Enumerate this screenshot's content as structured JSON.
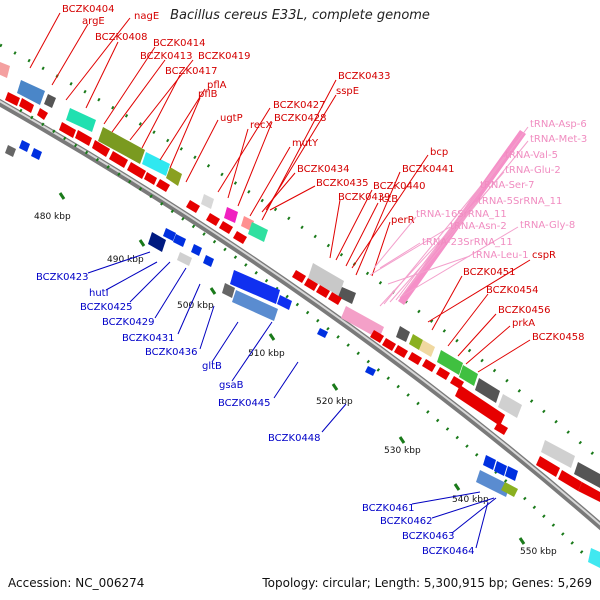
{
  "title": "Bacillus cereus E33L, complete genome",
  "footer": {
    "accession": "Accession: NC_006274",
    "topology": "Topology: circular; Length: 5,300,915 bp; Genes: 5,269"
  },
  "colors": {
    "backbone": "#8c8c8c",
    "red_labels": "#d40000",
    "blue_labels": "#0000c8",
    "pink_labels": "#f08cc0",
    "tick_dots": "#1a7a1a"
  },
  "kbp_labels": [
    "480 kbp",
    "490 kbp",
    "500 kbp",
    "510 kbp",
    "520 kbp",
    "530 kbp",
    "540 kbp",
    "550 kbp"
  ],
  "red_gene_labels": [
    "BCZK0404",
    "argE",
    "nagE",
    "BCZK0408",
    "BCZK0414",
    "BCZK0413",
    "BCZK0419",
    "BCZK0417",
    "pflA",
    "pflB",
    "ugtP",
    "BCZK0427",
    "recX",
    "BCZK0428",
    "mutY",
    "BCZK0433",
    "sspE",
    "BCZK0434",
    "BCZK0435",
    "BCZK0439",
    "BCZK0440",
    "lctB",
    "bcp",
    "BCZK0441",
    "perR",
    "cspR",
    "BCZK0451",
    "BCZK0454",
    "BCZK0456",
    "prkA",
    "BCZK0458"
  ],
  "blue_gene_labels": [
    "BCZK0423",
    "hutI",
    "BCZK0425",
    "BCZK0429",
    "BCZK0431",
    "BCZK0436",
    "gltB",
    "gsaB",
    "BCZK0445",
    "BCZK0448",
    "BCZK0461",
    "BCZK0462",
    "BCZK0463",
    "BCZK0464"
  ],
  "pink_gene_labels": [
    "tRNA-Asp-6",
    "tRNA-Met-3",
    "tRNA-Val-5",
    "tRNA-Glu-2",
    "tRNA-Ser-7",
    "tRNA-5SrRNA_11",
    "tRNA-16SrRNA_11",
    "tRNA-Asn-2",
    "tRNA-Gly-8",
    "tRNA-23SrRNA_11",
    "tRNA-Leu-1"
  ]
}
